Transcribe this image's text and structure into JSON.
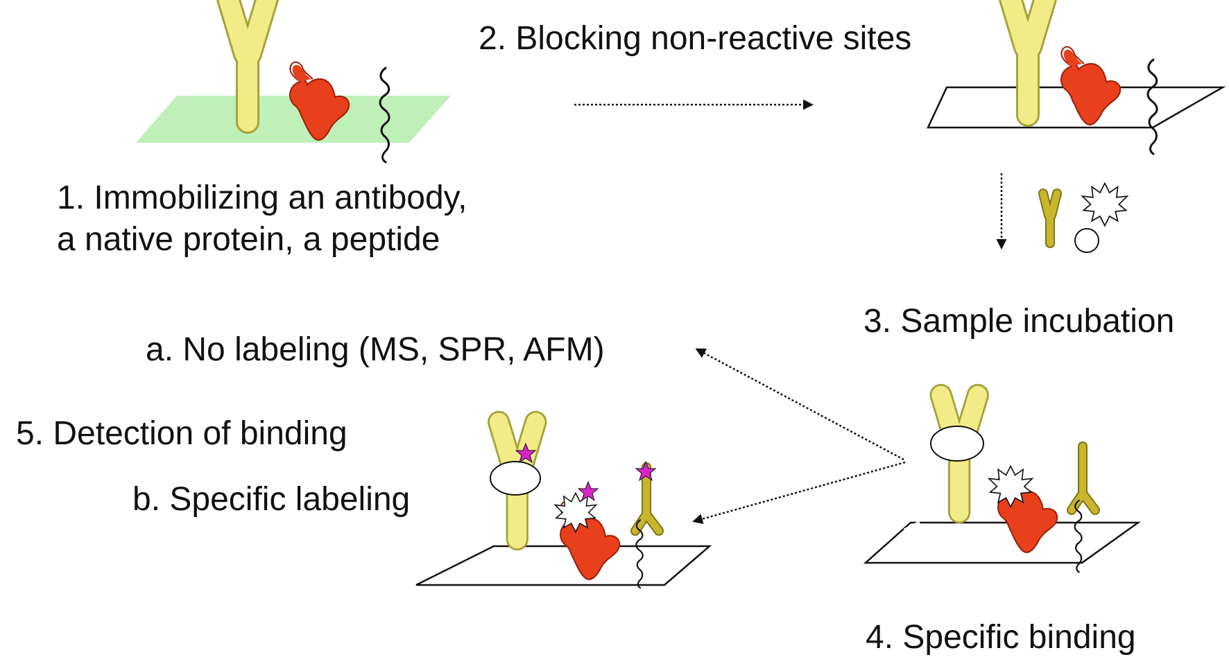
{
  "colors": {
    "antibody": "#f2ec88",
    "antibody_stroke": "#a7a13a",
    "detection_antibody": "#c8b72d",
    "protein": "#e8401c",
    "protein_stroke": "#9b1e08",
    "surface_initial": "#bff0b8",
    "star_label": "#d724c9",
    "line": "#111111"
  },
  "steps": {
    "step1_line1": "1. Immobilizing an antibody,",
    "step1_line2": "a native protein, a peptide",
    "step2": "2. Blocking non-reactive sites",
    "step3": "3. Sample incubation",
    "step4": "4. Specific binding",
    "step5": "5. Detection of binding",
    "option_a": "a. No labeling (MS, SPR, AFM)",
    "option_b": "b. Specific labeling"
  },
  "icons": [
    "capture-antibody-icon",
    "target-protein-icon",
    "peptide-chain-icon",
    "antigen-ball-icon",
    "burst-analyte-icon",
    "fluorescent-star-icon",
    "arrow-icon"
  ]
}
